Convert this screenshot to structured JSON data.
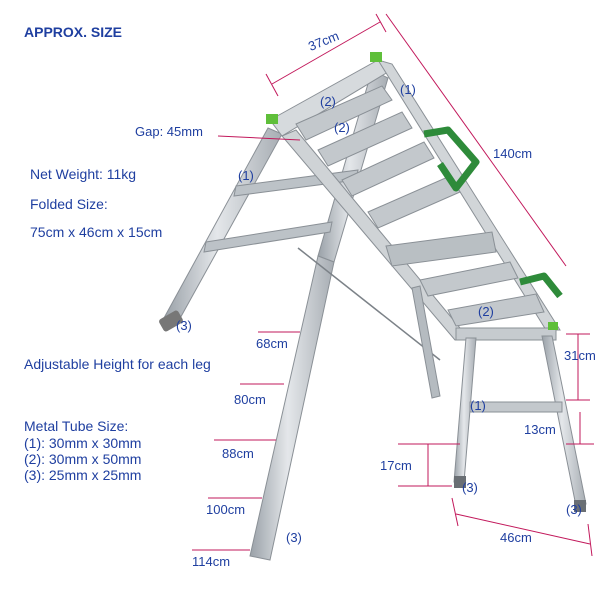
{
  "info": {
    "title": "APPROX. SIZE",
    "gap": "Gap: 45mm",
    "net_weight": "Net Weight: 11kg",
    "folded_label": "Folded Size:",
    "folded_value": "75cm x 46cm x 15cm",
    "adjustable": "Adjustable Height for each leg",
    "tube_title": "Metal Tube Size:",
    "tube_1": "(1): 30mm x 30mm",
    "tube_2": "(2): 30mm x 50mm",
    "tube_3": "(3): 25mm x 25mm"
  },
  "dimensions": {
    "width_top": "37cm",
    "length": "140cm",
    "h68": "68cm",
    "h80": "80cm",
    "h88": "88cm",
    "h100": "100cm",
    "h114": "114cm",
    "r31": "31cm",
    "r13": "13cm",
    "r17": "17cm",
    "base": "46cm"
  },
  "tags": {
    "t1_top": "(1)",
    "t1_left": "(1)",
    "t1_right": "(1)",
    "t2_a": "(2)",
    "t2_b": "(2)",
    "t2_c": "(2)",
    "t3_left": "(3)",
    "t3_bottom": "(3)",
    "t3_mid": "(3)",
    "t3_right": "(3)"
  },
  "colors": {
    "label": "#1f3fa0",
    "dimension_line": "#c2185b",
    "aluminium": "#c9ced3",
    "strap": "#2e8b3a"
  }
}
